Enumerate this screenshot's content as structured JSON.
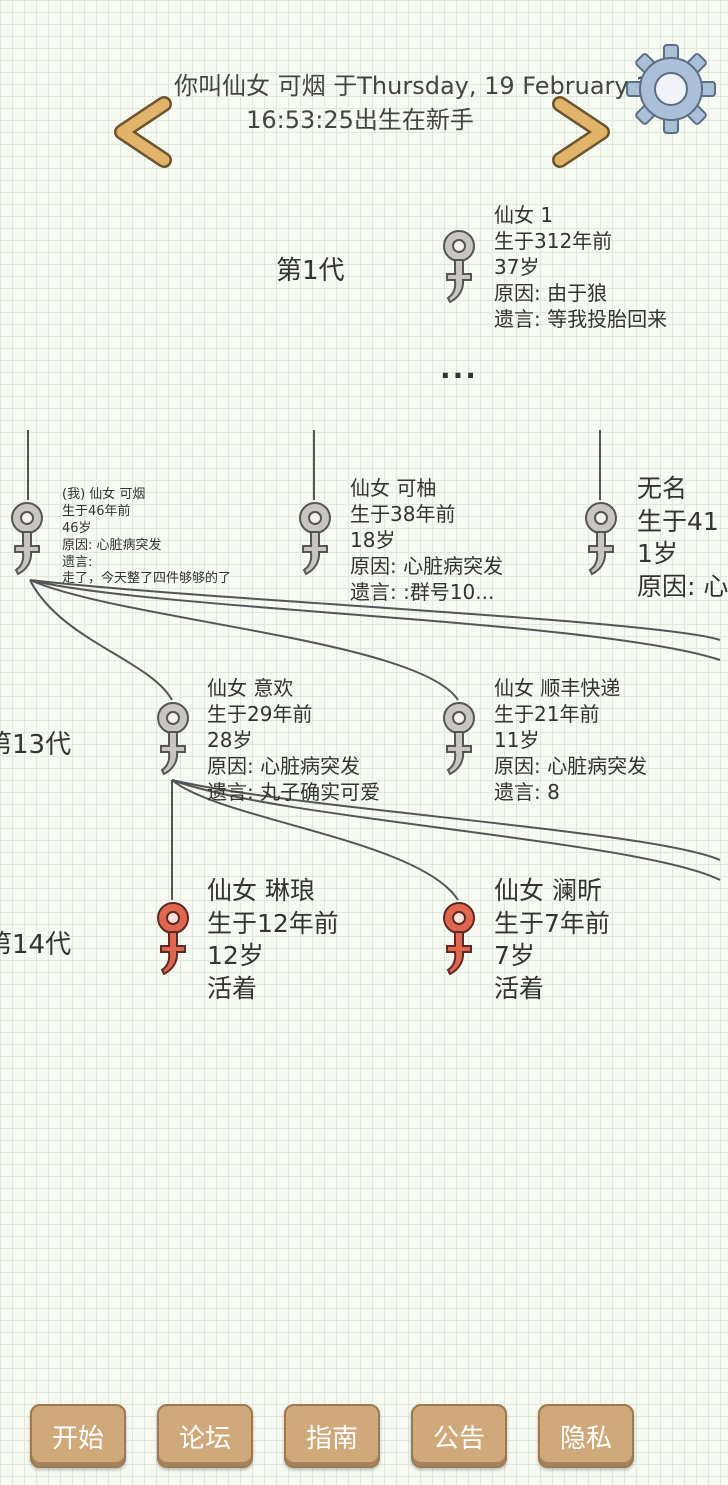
{
  "header": {
    "line1": "你叫仙女 可烟 于Thursday, 19 February 2",
    "line2": "16:53:25出生在新手"
  },
  "generations": {
    "gen1": "第1代",
    "gen13": "第13代",
    "gen14": "第14代"
  },
  "ellipsis": "...",
  "people": {
    "ancestor": {
      "name": "仙女 1",
      "born": "生于312年前",
      "age": "37岁",
      "cause": "原因: 由于狼",
      "will": "遗言: 等我投胎回来"
    },
    "me": {
      "name": "(我) 仙女 可烟",
      "born": "生于46年前",
      "age": "46岁",
      "cause": "原因: 心脏病突发",
      "will_label": "遗言:",
      "will_text": "走了，今天整了四件够够的了"
    },
    "keyou": {
      "name": "仙女 可柚",
      "born": "生于38年前",
      "age": "18岁",
      "cause": "原因: 心脏病突发",
      "will": "遗言: :群号10..."
    },
    "wuming": {
      "name": "无名",
      "born": "生于41",
      "age": "1岁",
      "cause": "原因: 心"
    },
    "yihuan": {
      "name": "仙女 意欢",
      "born": "生于29年前",
      "age": "28岁",
      "cause": "原因: 心脏病突发",
      "will": "遗言: 丸子确实可爱"
    },
    "shunfeng": {
      "name": "仙女 顺丰快递",
      "born": "生于21年前",
      "age": "11岁",
      "cause": "原因: 心脏病突发",
      "will": "遗言: 8"
    },
    "linlang": {
      "name": "仙女 琳琅",
      "born": "生于12年前",
      "age": "12岁",
      "status": "活着"
    },
    "lanxin": {
      "name": "仙女 澜昕",
      "born": "生于7年前",
      "age": "7岁",
      "status": "活着"
    }
  },
  "buttons": {
    "start": "开始",
    "forum": "论坛",
    "guide": "指南",
    "notice": "公告",
    "privacy": "隐私"
  },
  "colors": {
    "deceased": "#c9c6c2",
    "alive": "#e0674f",
    "button": "#cfa97a",
    "arrow": "#d9a860"
  }
}
